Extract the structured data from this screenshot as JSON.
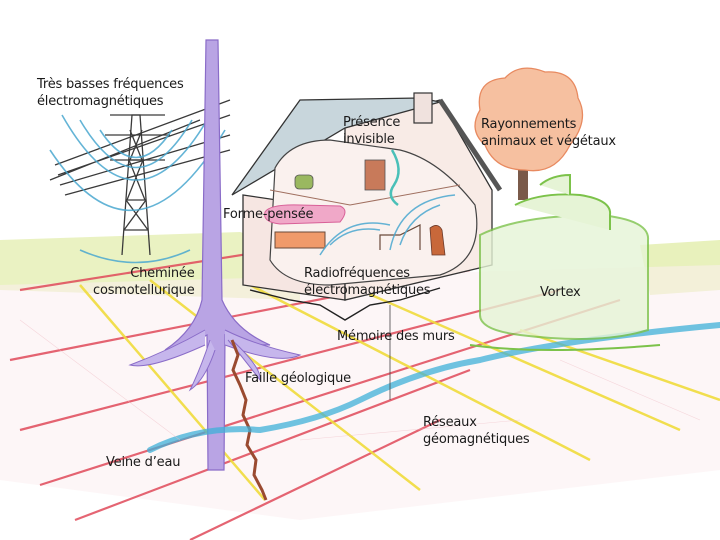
{
  "diagram": {
    "subject": "Geobiology influences on a dwelling",
    "labels": {
      "elf": {
        "line1": "Très basses fréquences",
        "line2": "électromagnétiques"
      },
      "presence": {
        "line1": "Présence",
        "line2": "invisible"
      },
      "rayonnements": {
        "line1": "Rayonnements",
        "line2": "animaux et végétaux"
      },
      "forme_pensee": {
        "line1": "Forme-pensée"
      },
      "cheminee": {
        "line1": "Cheminée",
        "line2": "cosmotellurique"
      },
      "radiofrequences": {
        "line1": "Radiofréquences",
        "line2": "électromagnétiques"
      },
      "vortex": {
        "line1": "Vortex"
      },
      "memoire": {
        "line1": "Mémoire des murs"
      },
      "faille": {
        "line1": "Faille géologique"
      },
      "reseaux": {
        "line1": "Réseaux",
        "line2": "géomagnétiques"
      },
      "veine": {
        "line1": "Veine d’eau"
      }
    },
    "colors": {
      "grid_red": "#e04a5a",
      "grid_yellow": "#f0dc3c",
      "chimney_purple": "#9b7fd0",
      "water_blue": "#3fb0d8",
      "wave_blue": "#4aa8d0",
      "vortex_green": "#7cc24a",
      "fault_brown": "#9a4a30",
      "tree_orange": "#f0a070",
      "grass": "#c8dc70",
      "roof": "#b8c8d0",
      "wall": "#f5e6e0",
      "forme_pensee_pink": "#e878a8"
    }
  }
}
